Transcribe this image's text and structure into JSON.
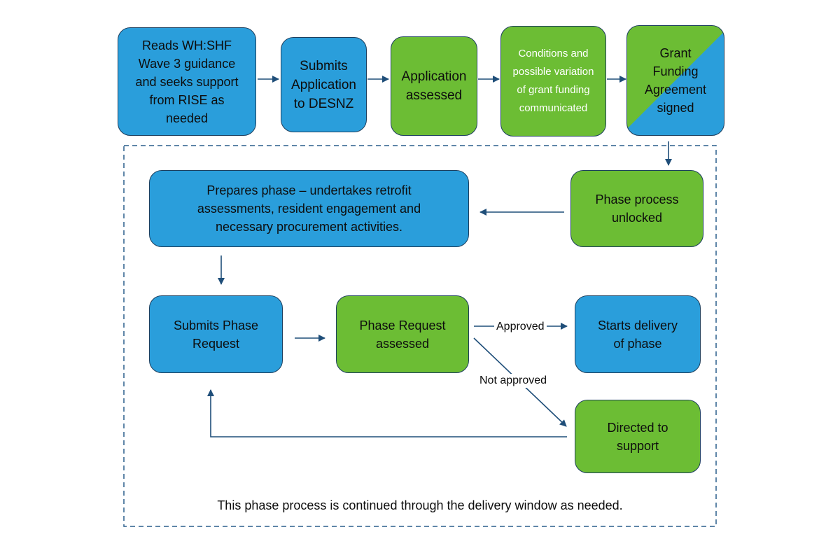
{
  "nodes": {
    "reads_guidance": "Reads WH:SHF\nWave 3 guidance\nand seeks support\nfrom RISE as\nneeded",
    "submits_application": "Submits\nApplication\nto DESNZ",
    "application_assessed": "Application\nassessed",
    "conditions": "Conditions and\npossible variation\nof grant funding\ncommunicated",
    "gfa_signed": "Grant\nFunding\nAgreement\nsigned",
    "phase_unlocked": "Phase process\nunlocked",
    "prepares_phase": "Prepares phase – undertakes retrofit\nassessments, resident engagement and\nnecessary procurement activities.",
    "submits_phase_request": "Submits Phase\nRequest",
    "phase_request_assessed": "Phase Request\nassessed",
    "starts_delivery": "Starts delivery\nof phase",
    "directed_support": "Directed to\nsupport"
  },
  "edge_labels": {
    "approved": "Approved",
    "not_approved": "Not approved"
  },
  "footnote": "This phase process is continued through the delivery window as needed.",
  "colors": {
    "blue": "#2a9edb",
    "green": "#6cbd34",
    "arrow": "#1f4e79",
    "border": "#1d3f5e"
  }
}
